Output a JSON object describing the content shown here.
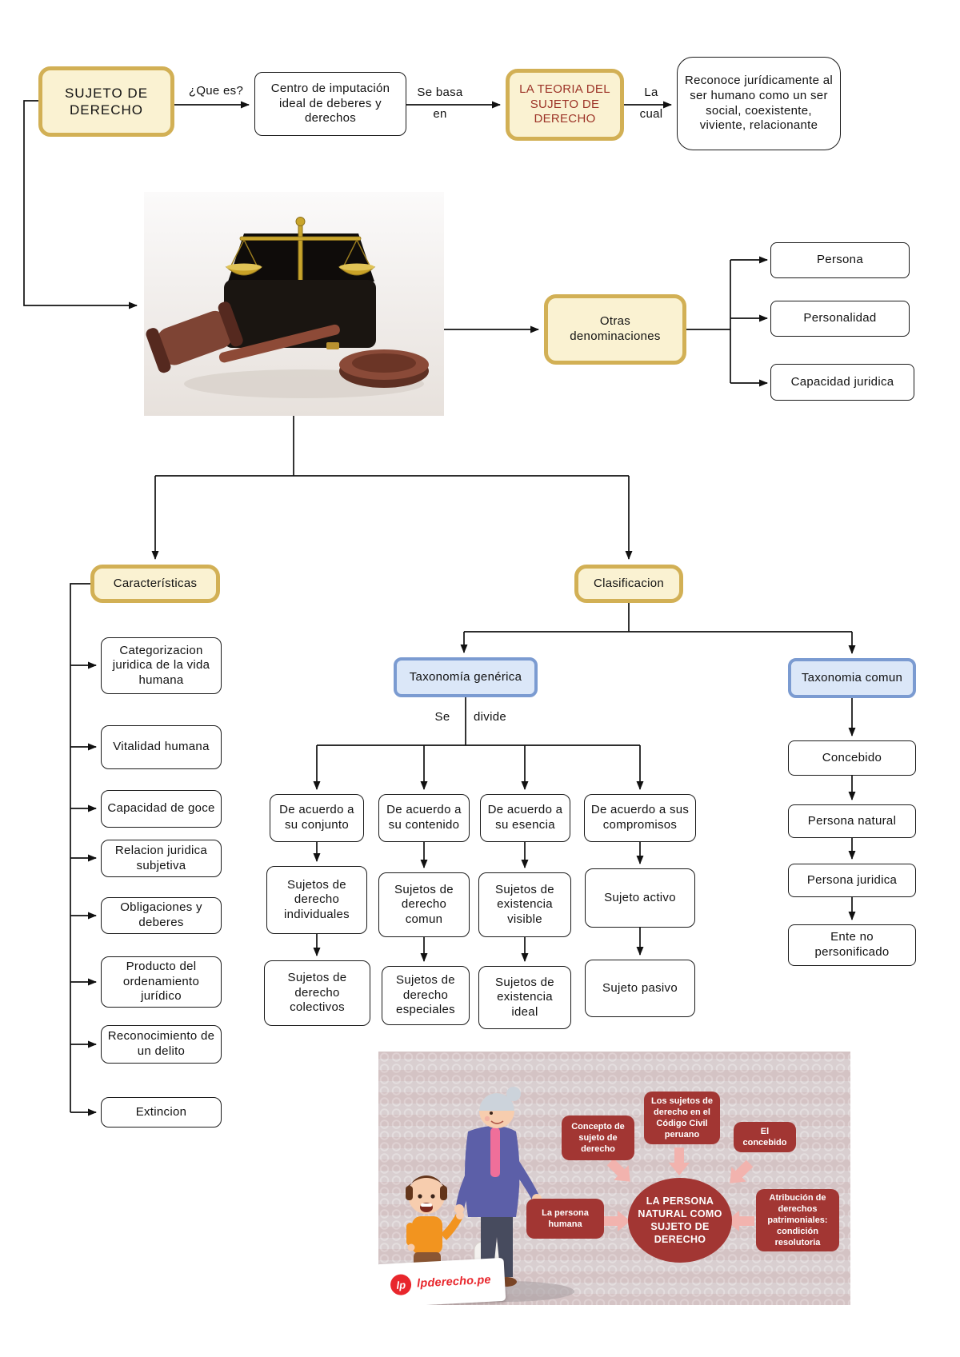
{
  "palette": {
    "cream_fill": "#faf2d2",
    "cream_border": "#d2b055",
    "blue_fill": "#dbe7f8",
    "blue_border": "#7b9bd1",
    "accent_red": "#9c3327",
    "bubble_red": "#a23633",
    "infographic_bg": "#d6cbcd",
    "pink_arrow": "#f2b3ae",
    "logo_red": "#e8262c"
  },
  "top": {
    "subject": "SUJETO DE DERECHO",
    "que_es": "¿Que es?",
    "centro": "Centro de imputación ideal de deberes y derechos",
    "se_basa_1": "Se basa",
    "se_basa_2": "en",
    "teoria": "LA TEORIA DEL SUJETO DE DERECHO",
    "la_cual_1": "La",
    "la_cual_2": "cual",
    "reconoce": "Reconoce jurídicamente al ser humano como un ser social, coexistente, viviente, relacionante"
  },
  "denominations": {
    "hub": "Otras denominaciones",
    "items": [
      "Persona",
      "Personalidad",
      "Capacidad juridica"
    ]
  },
  "characteristics": {
    "title": "Características",
    "items": [
      "Categorizacion juridica de la vida humana",
      "Vitalidad humana",
      "Capacidad de goce",
      "Relacion juridica subjetiva",
      "Obligaciones y deberes",
      "Producto del ordenamiento jurídico",
      "Reconocimiento de un delito",
      "Extincion"
    ]
  },
  "classification": {
    "title": "Clasificacion",
    "generic": {
      "title": "Taxonomía genérica",
      "divide_1": "Se",
      "divide_2": "divide",
      "level1": [
        "De acuerdo a su conjunto",
        "De acuerdo a su contenido",
        "De acuerdo a su esencia",
        "De acuerdo a sus compromisos"
      ],
      "level2": [
        "Sujetos de derecho individuales",
        "Sujetos de derecho comun",
        "Sujetos de existencia visible",
        "Sujeto activo"
      ],
      "level3": [
        "Sujetos de derecho colectivos",
        "Sujetos de derecho especiales",
        "Sujetos de existencia ideal",
        "Sujeto pasivo"
      ]
    },
    "common": {
      "title": "Taxonomia comun",
      "chain": [
        "Concebido",
        "Persona natural",
        "Persona juridica",
        "Ente no personificado"
      ]
    }
  },
  "infographic": {
    "bubbles": [
      "Concepto de sujeto de derecho",
      "Los sujetos de derecho en el Código Civil peruano",
      "El concebido",
      "La persona humana",
      "Atribución de derechos patrimoniales: condición resolutoria"
    ],
    "center": "LA PERSONA NATURAL COMO SUJETO DE DERECHO",
    "logo_badge": "lp",
    "logo_text": "lpderecho.pe"
  }
}
